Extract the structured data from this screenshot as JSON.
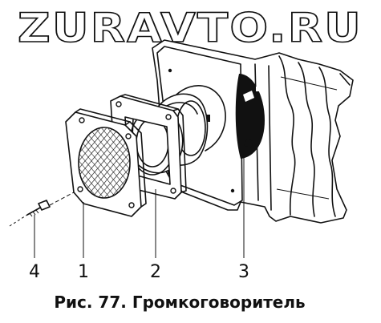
{
  "watermark": "ZURAVTO.RU",
  "callouts": [
    "4",
    "1",
    "2",
    "3"
  ],
  "caption": "Рис. 77. Громкоговоритель",
  "colors": {
    "ink": "#111111",
    "paper": "#ffffff"
  }
}
